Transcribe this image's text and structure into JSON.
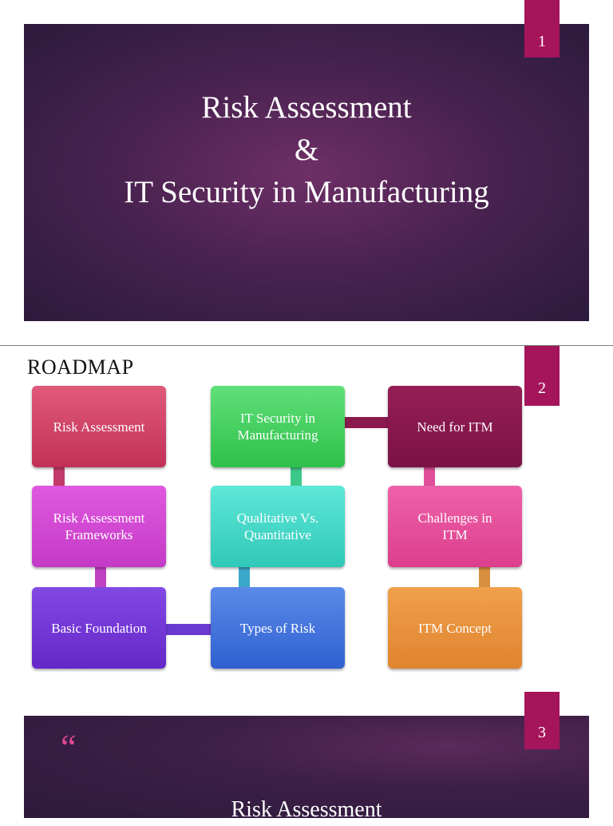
{
  "slide1": {
    "page_number": "1",
    "title_lines": [
      "Risk Assessment",
      "&",
      "IT Security in Manufacturing"
    ]
  },
  "slide2": {
    "page_number": "2",
    "heading": "ROADMAP",
    "nodes": [
      {
        "label": "Risk Assessment",
        "color": "#d8436a"
      },
      {
        "label": "IT Security in\nManufacturing",
        "color": "#3fcf60"
      },
      {
        "label": "Need for ITM",
        "color": "#8b1a4f"
      },
      {
        "label": "Risk Assessment\nFrameworks",
        "color": "#d64ad8"
      },
      {
        "label": "Qualitative Vs.\nQuantitative",
        "color": "#3fd8c4"
      },
      {
        "label": "Challenges in\nITM",
        "color": "#e64f9c"
      },
      {
        "label": "Basic Foundation",
        "color": "#7438d8"
      },
      {
        "label": "Types of Risk",
        "color": "#3f6fd8"
      },
      {
        "label": "ITM Concept",
        "color": "#e8923a"
      }
    ]
  },
  "slide3": {
    "page_number": "3",
    "quote_glyph": "“",
    "title": "Risk Assessment"
  }
}
